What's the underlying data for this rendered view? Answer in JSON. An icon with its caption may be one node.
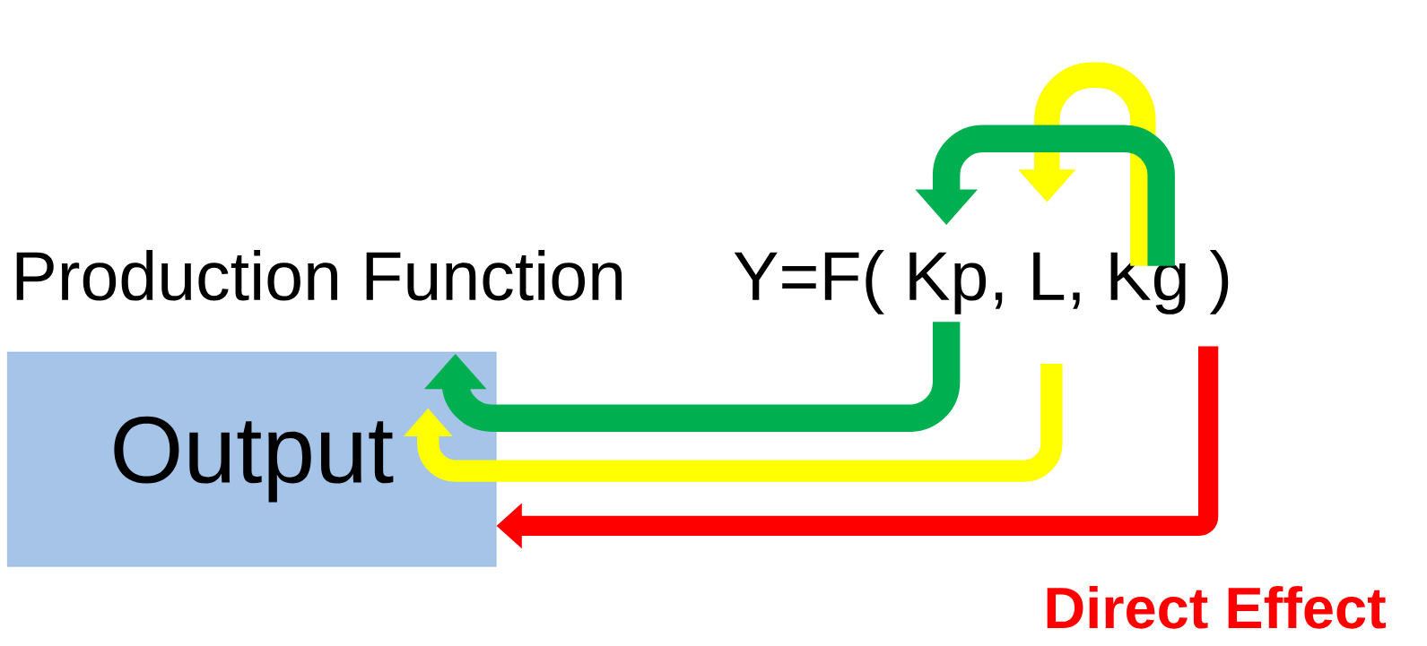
{
  "diagram": {
    "nodes": [
      {
        "text": [
          "Output"
        ]
      },
      {
        "text": [
          "Kp"
        ]
      },
      {
        "text": [
          "L"
        ]
      },
      {
        "text": [
          "Kg"
        ]
      }
    ],
    "edges": [
      {
        "from": 3,
        "to": 1,
        "arrow": "to",
        "color": "#00b050"
      },
      {
        "from": 3,
        "to": 2,
        "arrow": "to",
        "color": "#ffff00"
      },
      {
        "from": 1,
        "to": 0,
        "arrow": "to",
        "color": "#00b050"
      },
      {
        "from": 2,
        "to": 0,
        "arrow": "to",
        "color": "#ffff00"
      },
      {
        "from": 3,
        "to": 0,
        "arrow": "to",
        "color": "#ff0000",
        "label": "Direct Effect"
      }
    ],
    "labels": [
      "Production Function",
      "Y=F(",
      ",",
      ",",
      ")"
    ]
  }
}
